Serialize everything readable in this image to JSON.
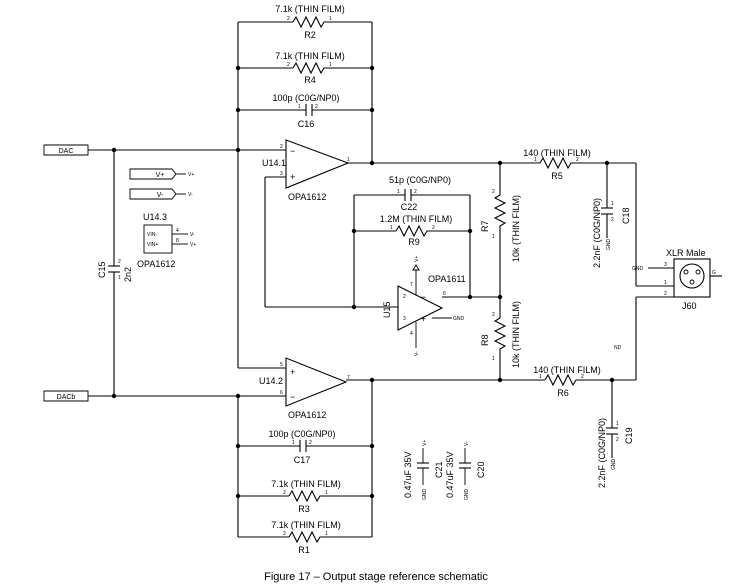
{
  "caption": "Figure 17 – Output stage reference schematic",
  "ports": {
    "dac": "DAC",
    "dacb": "DACb",
    "vplus": "V+",
    "vminus": "V-"
  },
  "power": {
    "vplus": "V+",
    "vminus": "V-",
    "gnd": "GND"
  },
  "u14_3": {
    "ref": "U14.3",
    "part": "OPA1612",
    "pin_neg": "VIN-",
    "pin_pos": "VIN+",
    "pin4": "4",
    "pin8": "8"
  },
  "u14_1": {
    "ref": "U14.1",
    "part": "OPA1612",
    "pin_in_neg": "2",
    "pin_in_pos": "3",
    "pin_out": "1"
  },
  "u14_2": {
    "ref": "U14.2",
    "part": "OPA1612",
    "pin_in_neg": "6",
    "pin_in_pos": "5",
    "pin_out": "7"
  },
  "u15": {
    "ref": "U15",
    "part": "OPA1611",
    "pin_a": "2",
    "pin_b": "3",
    "pin_out": "6",
    "pin_top": "7",
    "pin_bot": "4"
  },
  "r2": {
    "ref": "R2",
    "value": "7.1k (THIN FILM)",
    "p1": "1",
    "p2": "2"
  },
  "r4": {
    "ref": "R4",
    "value": "7.1k (THIN FILM)",
    "p1": "1",
    "p2": "2"
  },
  "c16": {
    "ref": "C16",
    "value": "100p (C0G/NP0)",
    "p1": "1",
    "p2": "2"
  },
  "c22": {
    "ref": "C22",
    "value": "51p (C0G/NP0)",
    "p1": "1",
    "p2": "2"
  },
  "r9": {
    "ref": "R9",
    "value": "1.2M (THIN FILM)",
    "p1": "1",
    "p2": "2"
  },
  "r5": {
    "ref": "R5",
    "value": "140 (THIN FILM)",
    "p1": "1",
    "p2": "2"
  },
  "r6": {
    "ref": "R6",
    "value": "140 (THIN FILM)",
    "p1": "1",
    "p2": "2"
  },
  "r7": {
    "ref": "R7",
    "value": "10k (THIN FILM)",
    "p1": "1",
    "p2": "2"
  },
  "r8": {
    "ref": "R8",
    "value": "10k (THIN FILM)",
    "p1": "1",
    "p2": "2"
  },
  "c18": {
    "ref": "C18",
    "value": "2.2nF (C0G/NP0)",
    "p1": "1",
    "p2": "2"
  },
  "c19": {
    "ref": "C19",
    "value": "2.2nF (C0G/NP0)",
    "p1": "1",
    "p2": "2"
  },
  "c15": {
    "ref": "C15",
    "value": "2n2",
    "p1": "1",
    "p2": "2"
  },
  "c17": {
    "ref": "C17",
    "value": "100p (C0G/NP0)",
    "p1": "1",
    "p2": "2"
  },
  "r3": {
    "ref": "R3",
    "value": "7.1k (THIN FILM)",
    "p1": "1",
    "p2": "2"
  },
  "r1": {
    "ref": "R1",
    "value": "7.1k (THIN FILM)",
    "p1": "1",
    "p2": "2"
  },
  "c21": {
    "ref": "C21",
    "value": "0.47uF 35V"
  },
  "c20": {
    "ref": "C20",
    "value": "0.47uF 35V"
  },
  "j60": {
    "ref": "J60",
    "value": "XLR Male",
    "p1": "1",
    "p2": "2",
    "p3": "3",
    "pG": "G"
  },
  "nd": "ND"
}
